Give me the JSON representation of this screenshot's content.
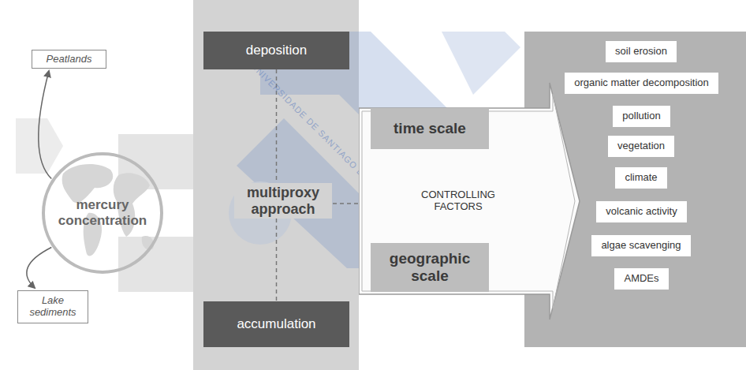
{
  "diagram": {
    "nodes": [
      {
        "text": [
          "Peatlands"
        ]
      },
      {
        "text": [
          "mercury concentration"
        ]
      },
      {
        "text": [
          "Lake sediments"
        ]
      },
      {
        "text": [
          "deposition"
        ]
      },
      {
        "text": [
          "accumulation"
        ]
      },
      {
        "text": [
          "time scale"
        ]
      },
      {
        "text": [
          "CONTROLLING FACTORS"
        ]
      },
      {
        "text": [
          "geographic scale"
        ]
      },
      {
        "text": [
          "soil erosion"
        ]
      },
      {
        "text": [
          "organic matter decomposition"
        ]
      },
      {
        "text": [
          "pollution"
        ]
      },
      {
        "text": [
          "vegetation"
        ]
      },
      {
        "text": [
          "climate"
        ]
      },
      {
        "text": [
          "volcanic activity"
        ]
      },
      {
        "text": [
          "algae scavenging"
        ]
      },
      {
        "text": [
          "AMDEs"
        ]
      }
    ],
    "edges": [
      {
        "from": 1,
        "to": 0,
        "arrow": "to"
      },
      {
        "from": 1,
        "to": 2,
        "arrow": "to"
      },
      {
        "from": 3,
        "to": 4,
        "arrow": "none"
      }
    ],
    "labels": [
      "multiproxy approach",
      "UNIVERSIDADE DE SANTIAGO DE COMPOSTELA"
    ]
  }
}
